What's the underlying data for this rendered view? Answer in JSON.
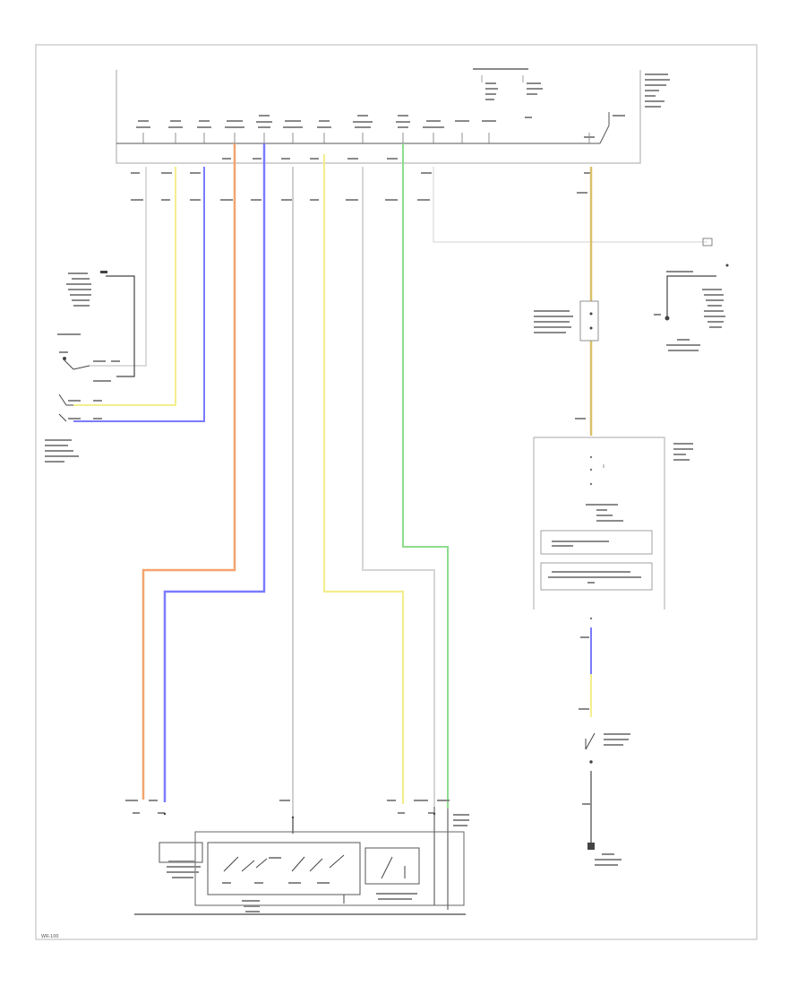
{
  "diagram_id": "WR-100",
  "colors": {
    "frame": "#cfcfcf",
    "line": "#444444",
    "wire_white": "#dcdcdc",
    "wire_yellow": "#f3ee8c",
    "wire_blue": "#7b7bff",
    "wire_orange": "#f4a46c",
    "wire_green": "#8edc8e",
    "wire_yel_org": "#d9c06a"
  },
  "wires": [
    {
      "id": "w-white-left",
      "color": "wire_white"
    },
    {
      "id": "w-yellow-left",
      "color": "wire_yellow"
    },
    {
      "id": "w-blue-left",
      "color": "wire_blue"
    },
    {
      "id": "w-orange-main",
      "color": "wire_orange"
    },
    {
      "id": "w-blue-main",
      "color": "wire_blue"
    },
    {
      "id": "w-gray-mid",
      "color": "wire_white"
    },
    {
      "id": "w-yellow-mid",
      "color": "wire_yellow"
    },
    {
      "id": "w-gray-right",
      "color": "wire_white"
    },
    {
      "id": "w-green",
      "color": "wire_green"
    },
    {
      "id": "w-white-branch",
      "color": "wire_white"
    },
    {
      "id": "w-yel-org",
      "color": "wire_yel_org"
    },
    {
      "id": "w-blue-lower",
      "color": "wire_blue"
    },
    {
      "id": "w-yellow-lower",
      "color": "wire_yellow"
    }
  ]
}
